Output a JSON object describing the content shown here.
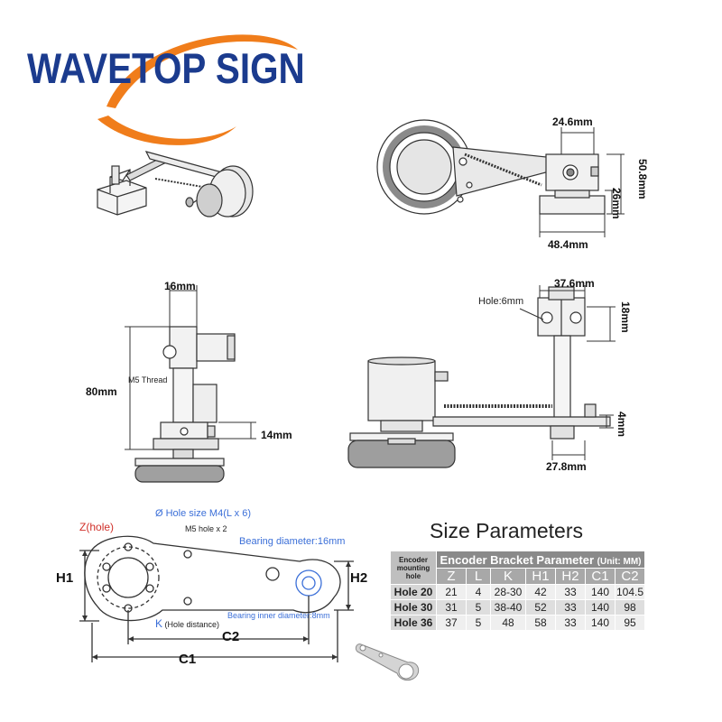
{
  "brand": {
    "name": "WAVETOP SIGN",
    "text_color": "#1b3b8e",
    "swoosh_color": "#f07d1b"
  },
  "dimensions": {
    "top_right_width": "24.6mm",
    "top_right_height": "50.8mm",
    "top_right_side": "26mm",
    "top_right_base": "48.4mm",
    "mid_left_top": "16mm",
    "mid_left_height": "80mm",
    "mid_left_thread": "M5 Thread",
    "mid_left_collar": "14mm",
    "mid_right_top": "37.6mm",
    "mid_right_hole": "Hole:6mm",
    "mid_right_side": "18mm",
    "mid_right_small": "4mm",
    "mid_right_base": "27.8mm"
  },
  "bracket_drawing": {
    "z_hole": "Z",
    "z_hole_suffix": "(hole)",
    "hole_size": "Ø  Hole size M4",
    "hole_size_suffix": "L x 6)",
    "m5_hole": "M5 hole x 2",
    "bearing_diameter": "Bearing diameter:",
    "bearing_diameter_val": "16mm",
    "bearing_inner": "Bearing inner diameter:",
    "bearing_inner_val": "8mm",
    "k_label": "K",
    "k_suffix": "(Hole distance)",
    "h1": "H1",
    "h2": "H2",
    "c1": "C1",
    "c2": "C2"
  },
  "size_parameters": {
    "title": "Size Parameters",
    "table_title": "Encoder Bracket Parameter",
    "table_unit": "(Unit: MM)",
    "corner_label": [
      "Encoder",
      "mounting",
      "hole"
    ],
    "columns": [
      "Z",
      "L",
      "K",
      "H1",
      "H2",
      "C1",
      "C2"
    ],
    "rows": [
      {
        "label": "Hole 20",
        "values": [
          "21",
          "4",
          "28-30",
          "42",
          "33",
          "140",
          "104.5"
        ]
      },
      {
        "label": "Hole 30",
        "values": [
          "31",
          "5",
          "38-40",
          "52",
          "33",
          "140",
          "98"
        ]
      },
      {
        "label": "Hole 36",
        "values": [
          "37",
          "5",
          "48",
          "58",
          "33",
          "140",
          "95"
        ]
      }
    ]
  }
}
